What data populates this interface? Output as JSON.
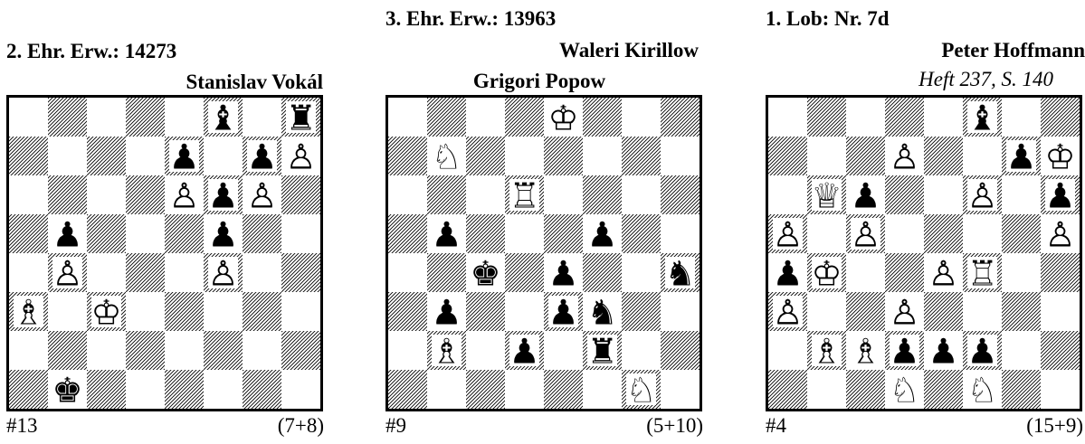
{
  "problems": [
    {
      "heading": "2. Ehr. Erw.: 14273",
      "author1": "Stanislav Vokál",
      "author2": "",
      "source": "",
      "stipulation": "#13",
      "piece_count": "(7+8)",
      "position": [
        {
          "sq": "f8",
          "piece": "bishop",
          "color": "black"
        },
        {
          "sq": "h8",
          "piece": "rook",
          "color": "black"
        },
        {
          "sq": "e7",
          "piece": "pawn",
          "color": "black"
        },
        {
          "sq": "g7",
          "piece": "pawn",
          "color": "black"
        },
        {
          "sq": "h7",
          "piece": "pawn",
          "color": "white"
        },
        {
          "sq": "e6",
          "piece": "pawn",
          "color": "white"
        },
        {
          "sq": "f6",
          "piece": "pawn",
          "color": "black"
        },
        {
          "sq": "g6",
          "piece": "pawn",
          "color": "white"
        },
        {
          "sq": "b5",
          "piece": "pawn",
          "color": "black"
        },
        {
          "sq": "f5",
          "piece": "pawn",
          "color": "black"
        },
        {
          "sq": "b4",
          "piece": "pawn",
          "color": "white"
        },
        {
          "sq": "f4",
          "piece": "pawn",
          "color": "white"
        },
        {
          "sq": "a3",
          "piece": "bishop",
          "color": "white"
        },
        {
          "sq": "c3",
          "piece": "king",
          "color": "white"
        },
        {
          "sq": "b1",
          "piece": "king",
          "color": "black"
        }
      ]
    },
    {
      "heading": "3. Ehr. Erw.: 13963",
      "author1": "Waleri Kirillow",
      "author2": "Grigori Popow",
      "source": "",
      "stipulation": "#9",
      "piece_count": "(5+10)",
      "position": [
        {
          "sq": "e8",
          "piece": "king",
          "color": "white"
        },
        {
          "sq": "b7",
          "piece": "knight",
          "color": "white"
        },
        {
          "sq": "d6",
          "piece": "rook",
          "color": "white"
        },
        {
          "sq": "b5",
          "piece": "pawn",
          "color": "black"
        },
        {
          "sq": "f5",
          "piece": "pawn",
          "color": "black"
        },
        {
          "sq": "c4",
          "piece": "king",
          "color": "black"
        },
        {
          "sq": "e4",
          "piece": "pawn",
          "color": "black"
        },
        {
          "sq": "h4",
          "piece": "knight",
          "color": "black"
        },
        {
          "sq": "b3",
          "piece": "pawn",
          "color": "black"
        },
        {
          "sq": "e3",
          "piece": "pawn",
          "color": "black"
        },
        {
          "sq": "f3",
          "piece": "knight",
          "color": "black"
        },
        {
          "sq": "b2",
          "piece": "bishop",
          "color": "white"
        },
        {
          "sq": "d2",
          "piece": "pawn",
          "color": "black"
        },
        {
          "sq": "f2",
          "piece": "rook",
          "color": "black"
        },
        {
          "sq": "g1",
          "piece": "knight",
          "color": "white"
        }
      ]
    },
    {
      "heading": "1. Lob: Nr. 7d",
      "author1": "Peter Hoffmann",
      "author2": "",
      "source": "Heft 237, S. 140",
      "stipulation": "#4",
      "piece_count": "(15+9)",
      "position": [
        {
          "sq": "f8",
          "piece": "bishop",
          "color": "black"
        },
        {
          "sq": "d7",
          "piece": "pawn",
          "color": "white"
        },
        {
          "sq": "g7",
          "piece": "pawn",
          "color": "black"
        },
        {
          "sq": "h7",
          "piece": "king",
          "color": "white"
        },
        {
          "sq": "b6",
          "piece": "queen",
          "color": "white"
        },
        {
          "sq": "c6",
          "piece": "pawn",
          "color": "black"
        },
        {
          "sq": "f6",
          "piece": "pawn",
          "color": "white"
        },
        {
          "sq": "h6",
          "piece": "pawn",
          "color": "black"
        },
        {
          "sq": "a5",
          "piece": "pawn",
          "color": "white"
        },
        {
          "sq": "c5",
          "piece": "pawn",
          "color": "white"
        },
        {
          "sq": "h5",
          "piece": "pawn",
          "color": "white"
        },
        {
          "sq": "a4",
          "piece": "pawn",
          "color": "black"
        },
        {
          "sq": "b4",
          "piece": "king",
          "color": "white"
        },
        {
          "sq": "e4",
          "piece": "pawn",
          "color": "white"
        },
        {
          "sq": "f4",
          "piece": "rook",
          "color": "white"
        },
        {
          "sq": "a3",
          "piece": "pawn",
          "color": "white"
        },
        {
          "sq": "d3",
          "piece": "pawn",
          "color": "white"
        },
        {
          "sq": "b2",
          "piece": "bishop",
          "color": "white"
        },
        {
          "sq": "c2",
          "piece": "bishop",
          "color": "white"
        },
        {
          "sq": "d2",
          "piece": "pawn",
          "color": "black"
        },
        {
          "sq": "e2",
          "piece": "pawn",
          "color": "black"
        },
        {
          "sq": "f2",
          "piece": "pawn",
          "color": "black"
        },
        {
          "sq": "d1",
          "piece": "knight",
          "color": "white"
        },
        {
          "sq": "f1",
          "piece": "knight",
          "color": "white"
        }
      ]
    }
  ]
}
